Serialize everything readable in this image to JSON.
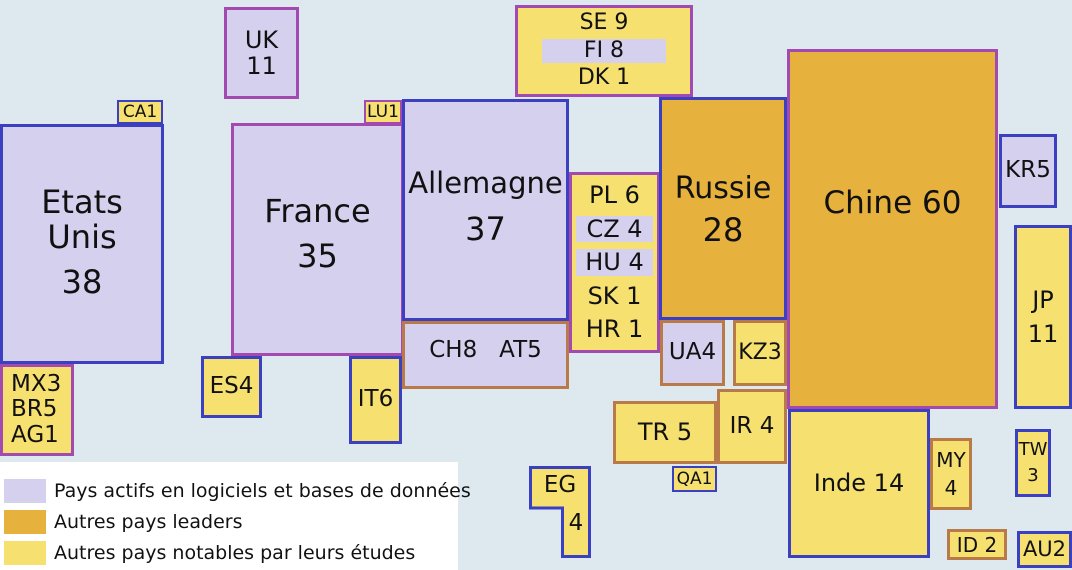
{
  "countries": {
    "uk": "UK 11",
    "ca": "CA1",
    "lu": "LU1",
    "se": "SE 9",
    "fi": "FI  8",
    "dk": "DK 1",
    "usa_name": "Etats Unis",
    "usa_value": "38",
    "france_name": "France",
    "france_value": "35",
    "germany_name": "Allemagne",
    "germany_value": "37",
    "pl": "PL 6",
    "cz": "CZ 4",
    "hu": "HU 4",
    "sk": "SK 1",
    "hr": "HR 1",
    "russia_name": "Russie",
    "russia_value": "28",
    "china": "Chine 60",
    "kr": "KR5",
    "jp_name": "JP",
    "jp_value": "11",
    "mx": "MX3",
    "br": "BR5",
    "ag": "AG1",
    "es": "ES4",
    "it": "IT6",
    "ch_at": "CH8   AT5",
    "ua": "UA4",
    "kz": "KZ3",
    "tr": "TR 5",
    "ir": "IR 4",
    "qa": "QA1",
    "eg_name": "EG",
    "eg_value": "4",
    "india": "Inde 14",
    "my_name": "MY",
    "my_value": "4",
    "tw_name": "TW",
    "tw_value": "3",
    "id": "ID 2",
    "au": "AU2"
  },
  "legend": [
    {
      "label": "Pays actifs en logiciels et bases de données",
      "color": "#d4d0ee"
    },
    {
      "label": "Autres pays leaders",
      "color": "#e6b23d"
    },
    {
      "label": "Autres pays notables par leurs études",
      "color": "#f6e070"
    }
  ],
  "colors": {
    "software_db": "#d4d0ee",
    "leaders": "#e6b23d",
    "notable_studies": "#f6e070",
    "background": "#dde9ef"
  }
}
